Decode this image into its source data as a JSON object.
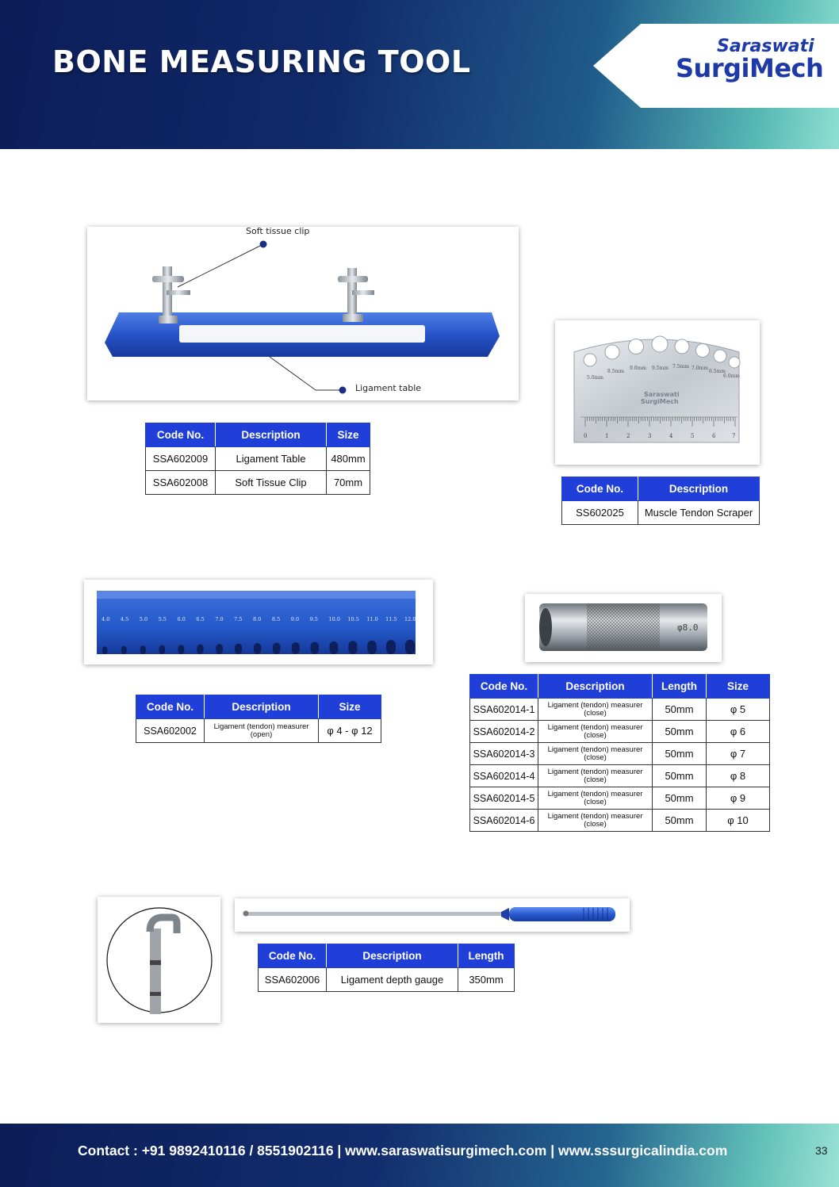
{
  "header": {
    "title": "BONE MEASURING TOOL",
    "logo_line1": "Saraswati",
    "logo_line2": "SurgiMech"
  },
  "callouts": {
    "soft_tissue_clip": "Soft tissue clip",
    "ligament_table": "Ligament table"
  },
  "scraper_marks": [
    "5.0mm",
    "8.5mm",
    "9.0mm",
    "9.5mm",
    "7.5mm",
    "7.0mm",
    "6.5mm",
    "6.0mm"
  ],
  "ruler_numbers": [
    "0",
    "1",
    "2",
    "3",
    "4",
    "5",
    "6",
    "7"
  ],
  "block_scale": [
    "4.0",
    "4.5",
    "5.0",
    "5.5",
    "6.0",
    "6.5",
    "7.0",
    "7.5",
    "8.0",
    "8.5",
    "9.0",
    "9.5",
    "10.0",
    "10.5",
    "11.0",
    "11.5",
    "12.0"
  ],
  "measurer_mark": "φ8.0",
  "table1": {
    "headers": [
      "Code No.",
      "Description",
      "Size"
    ],
    "rows": [
      [
        "SSA602009",
        "Ligament Table",
        "480mm"
      ],
      [
        "SSA602008",
        "Soft Tissue Clip",
        "70mm"
      ]
    ]
  },
  "table2": {
    "headers": [
      "Code No.",
      "Description"
    ],
    "rows": [
      [
        "SS602025",
        "Muscle Tendon Scraper"
      ]
    ]
  },
  "table3": {
    "headers": [
      "Code No.",
      "Description",
      "Size"
    ],
    "rows": [
      [
        "SSA602002",
        "Ligament (tendon) measurer (open)",
        "φ 4 - φ 12"
      ]
    ]
  },
  "table4": {
    "headers": [
      "Code No.",
      "Description",
      "Length",
      "Size"
    ],
    "rows": [
      [
        "SSA602014-1",
        "Ligament (tendon) measurer (close)",
        "50mm",
        "φ 5"
      ],
      [
        "SSA602014-2",
        "Ligament (tendon) measurer (close)",
        "50mm",
        "φ 6"
      ],
      [
        "SSA602014-3",
        "Ligament (tendon) measurer (close)",
        "50mm",
        "φ 7"
      ],
      [
        "SSA602014-4",
        "Ligament (tendon) measurer (close)",
        "50mm",
        "φ 8"
      ],
      [
        "SSA602014-5",
        "Ligament (tendon) measurer (close)",
        "50mm",
        "φ 9"
      ],
      [
        "SSA602014-6",
        "Ligament (tendon) measurer (close)",
        "50mm",
        "φ 10"
      ]
    ]
  },
  "table5": {
    "headers": [
      "Code No.",
      "Description",
      "Length"
    ],
    "rows": [
      [
        "SSA602006",
        "Ligament depth gauge",
        "350mm"
      ]
    ]
  },
  "footer": {
    "contact": "Contact : +91 9892410116 / 8551902116 | www.saraswatisurgimech.com | www.sssurgicalindia.com",
    "page_number": "33"
  }
}
